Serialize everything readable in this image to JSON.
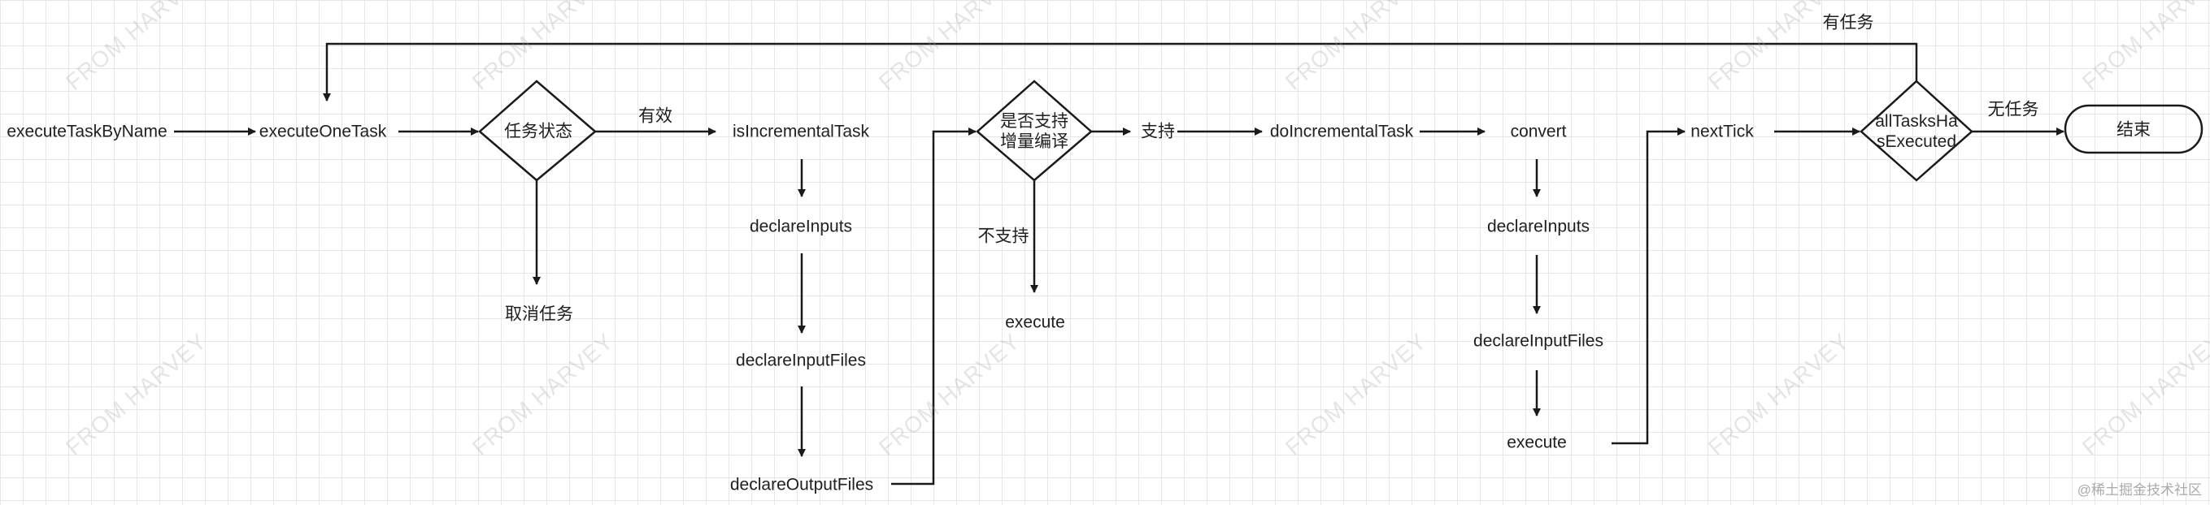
{
  "nodes": {
    "execute_task_by_name": "executeTaskByName",
    "execute_one_task": "executeOneTask",
    "task_state": "任务状态",
    "cancel_task": "取消任务",
    "is_incremental_task": "isIncrementalTask",
    "declare_inputs_1": "declareInputs",
    "declare_input_files_1": "declareInputFiles",
    "declare_output_files": "declareOutputFiles",
    "supports_incremental": "是否支持增量编译",
    "supported": "支持",
    "execute_1": "execute",
    "do_incremental_task": "doIncrementalTask",
    "convert": "convert",
    "declare_inputs_2": "declareInputs",
    "declare_input_files_2": "declareInputFiles",
    "execute_2": "execute",
    "next_tick": "nextTick",
    "all_tasks_executed": "allTasksHasExecuted",
    "end": "结束"
  },
  "edges": {
    "valid": "有效",
    "not_supported": "不支持",
    "has_tasks": "有任务",
    "no_tasks": "无任务"
  },
  "watermark": "FROM HARVEY",
  "credit": "@稀土掘金技术社区",
  "colors": {
    "line": "#1a1a1a",
    "grid": "#e7e7e7"
  }
}
